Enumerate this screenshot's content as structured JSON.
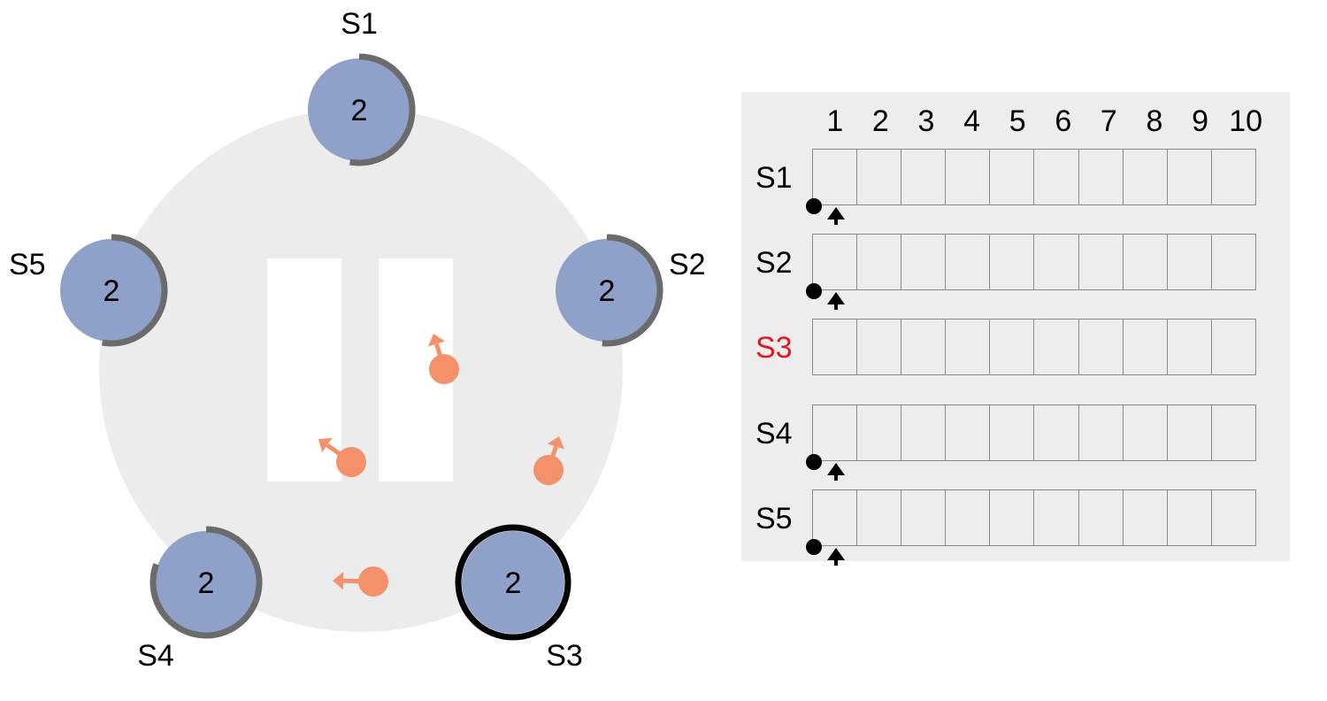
{
  "colors": {
    "server_fill": "#8fa1c9",
    "timer_arc": "#6b6b6b",
    "highlight_ring": "#000000",
    "message": "#f4916a",
    "cluster_bg": "#ececec",
    "partition": "#ffffff",
    "highlight_label": "#e3181f",
    "log_bg": "#ededed"
  },
  "servers": [
    {
      "id": "S1",
      "label": "S1",
      "term": "2",
      "highlighted": false
    },
    {
      "id": "S2",
      "label": "S2",
      "term": "2",
      "highlighted": false
    },
    {
      "id": "S3",
      "label": "S3",
      "term": "2",
      "highlighted": true
    },
    {
      "id": "S4",
      "label": "S4",
      "term": "2",
      "highlighted": false
    },
    {
      "id": "S5",
      "label": "S5",
      "term": "2",
      "highlighted": false
    }
  ],
  "messages_in_flight": 4,
  "log": {
    "columns": [
      "1",
      "2",
      "3",
      "4",
      "5",
      "6",
      "7",
      "8",
      "9",
      "10"
    ],
    "rows": [
      {
        "label": "S1",
        "highlighted": false,
        "show_markers": true
      },
      {
        "label": "S2",
        "highlighted": false,
        "show_markers": true
      },
      {
        "label": "S3",
        "highlighted": true,
        "show_markers": false
      },
      {
        "label": "S4",
        "highlighted": false,
        "show_markers": true
      },
      {
        "label": "S5",
        "highlighted": false,
        "show_markers": true
      }
    ]
  }
}
